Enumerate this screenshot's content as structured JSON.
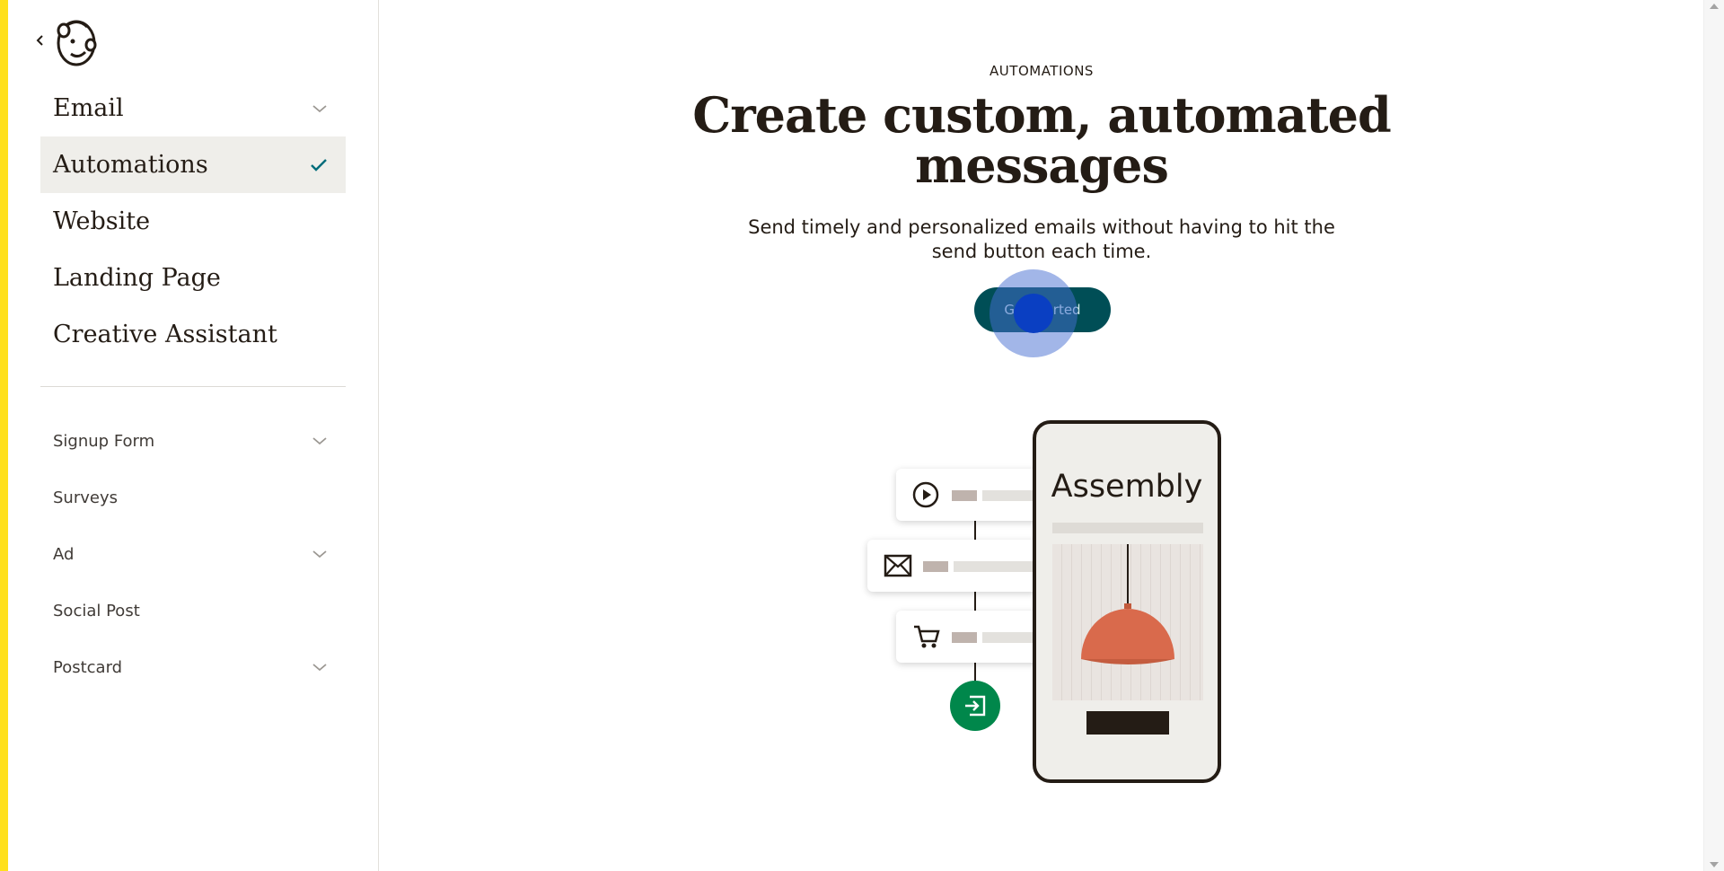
{
  "sidebar": {
    "primary_items": [
      {
        "label": "Email",
        "has_chevron": true,
        "active": false
      },
      {
        "label": "Automations",
        "has_check": true,
        "active": true
      },
      {
        "label": "Website"
      },
      {
        "label": "Landing Page"
      },
      {
        "label": "Creative Assistant"
      }
    ],
    "secondary_items": [
      {
        "label": "Signup Form",
        "has_chevron": true
      },
      {
        "label": "Surveys"
      },
      {
        "label": "Ad",
        "has_chevron": true
      },
      {
        "label": "Social Post"
      },
      {
        "label": "Postcard",
        "has_chevron": true
      }
    ]
  },
  "main": {
    "eyebrow": "AUTOMATIONS",
    "headline": "Create custom, automated messages",
    "subtext": "Send timely and personalized emails without having to hit the send button each time.",
    "cta_label": "Get started"
  },
  "illustration": {
    "phone_title": "Assembly",
    "icons": [
      "play-icon",
      "envelope-icon",
      "cart-icon",
      "sign-in-icon"
    ]
  },
  "colors": {
    "accent_yellow": "#ffe01b",
    "cta_teal": "#004e56",
    "active_bg": "#efeeea",
    "green_node": "#00874b",
    "lamp_orange": "#d96a4c"
  }
}
